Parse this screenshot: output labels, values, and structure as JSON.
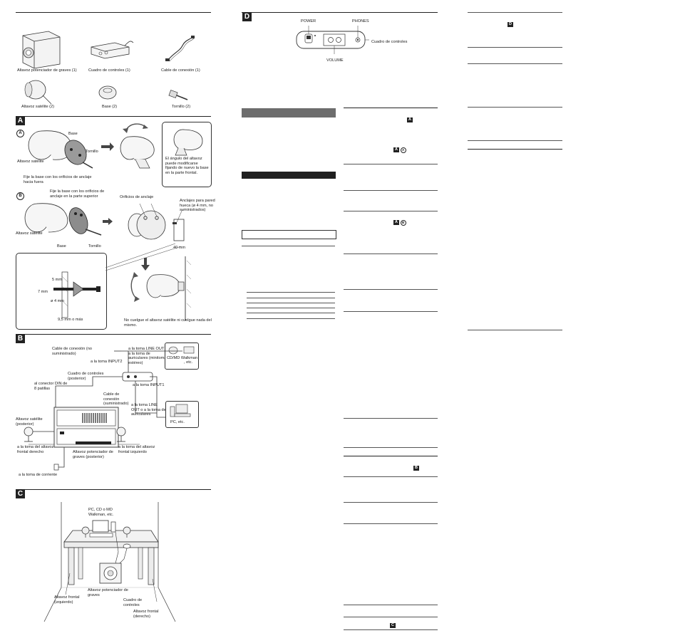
{
  "contents": {
    "items": [
      "Altavoz potenciador de graves (1)",
      "Cuadro de controles (1)",
      "Cable de conexión (1)",
      "Altavoz satélite (2)",
      "Base (2)",
      "Tornillo (2)"
    ]
  },
  "sections": {
    "a": "A",
    "b": "B",
    "c": "C",
    "d": "D"
  },
  "fig_a": {
    "sub1": "A",
    "sub2": "B",
    "base": "Base",
    "tornillo": "Tornillo",
    "altavoz_satelite": "Altavoz satélite",
    "fije_fuera": "Fije la base con los orificios de anclaje hacia fuera",
    "angle_note": "El ángulo del altavoz puede modificarse fijando de nuevo la base en la parte frontal.",
    "fije_superior": "Fije la base con los orificios de anclaje en la parte superior",
    "orificios": "Orificios de anclaje",
    "anclajes": "Anclajes para pared hueca (ø 4 mm, no suministrados)",
    "altavoz_satelite2": "Altavoz satélite",
    "base2": "Base",
    "tornillo2": "Tornillo",
    "dim40": "40 mm",
    "dim5": "5 mm",
    "dim7": "7 mm",
    "dim4": "ø 4 mm",
    "dim95": "9,5 mm o más",
    "no_cuelgue": "No cuelgue el altavoz satélite ni cuelgue nada del mismo."
  },
  "fig_b": {
    "cable_conexion": "Cable de conexión (no suministrado)",
    "toma_input2": "a la toma INPUT2",
    "line_out1": "a la toma LINE OUT o a la toma de auriculares (minitoma estéreo)",
    "cd_md": "CD/MD Walkman",
    "etc1": ", etc.",
    "cuadro_post": "Cuadro de controles (posterior)",
    "din": "al conector DIN de 8 patillas",
    "input1": "a la toma INPUT1",
    "cable_sum": "Cable de conexión (suministrado)",
    "line_out2": "a la toma LINE OUT o a la toma de auriculares",
    "pc_etc": "PC, etc.",
    "sat_post": "Altavoz satélite (posterior)",
    "frontal_der": "a la toma del altavoz frontal derecho",
    "frontal_izq": "a la toma del altavoz frontal izquierdo",
    "pot_post": "Altavoz potenciador de graves (posterior)",
    "corriente": "a la toma de corriente"
  },
  "fig_c": {
    "pc_cd": "PC, CD o MD Walkman, etc.",
    "frontal_izq": "Altavoz frontal (izquierdo)",
    "potenciador": "Altavoz potenciador de graves",
    "cuadro": "Cuadro de controles",
    "frontal_der": "Altavoz frontal (derecho)"
  },
  "fig_d": {
    "power": "POWER",
    "phones": "PHONES",
    "cuadro": "Cuadro de controles",
    "volume": "VOLUME"
  },
  "refs": {
    "r1": "A",
    "r2": "A",
    "r2b": "A",
    "r3": "A",
    "r3b": "B",
    "r4": "B",
    "r5": "C",
    "r6": "D"
  },
  "colors": {
    "ink": "#1a1a1a",
    "bar": "#1f1f1f",
    "grey": "#6d6d6d"
  }
}
